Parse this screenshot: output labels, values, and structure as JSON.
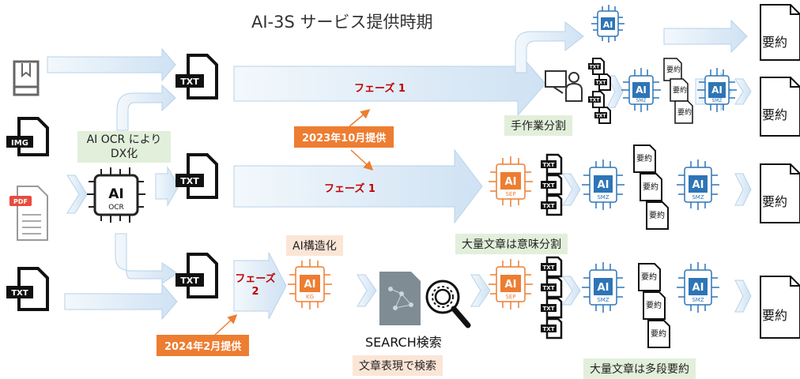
{
  "title": "AI-3S サービス提供時期",
  "labels": {
    "ocr_caption": "AI OCR により DX化",
    "manual_split": "手作業分割",
    "phase1_top": "フェーズ 1",
    "phase1_mid": "フェーズ 1",
    "phase2": "フェーズ 2",
    "release_2023": "2023年10月提供",
    "release_2024": "2024年2月提供",
    "ai_structuring": "AI構造化",
    "semantic_split": "大量文章は意味分割",
    "search_title": "SEARCH検索",
    "search_expression": "文章表現で検索",
    "multistage_summary": "大量文章は多段要約"
  },
  "file_tags": {
    "txt": "TXT",
    "img": "IMG",
    "pdf": "PDF"
  },
  "chips": {
    "ai": "AI",
    "ocr": "OCR",
    "smz": "SMZ",
    "sep": "SEP",
    "kg": "KG"
  },
  "summary_doc": "要約",
  "colors": {
    "arrow_fill": "#dae8f5",
    "arrow_stroke": "#9dc3e6",
    "chip_blue": "#2e75b6",
    "chip_orange": "#ed7d31",
    "phase_red": "#c00000"
  }
}
